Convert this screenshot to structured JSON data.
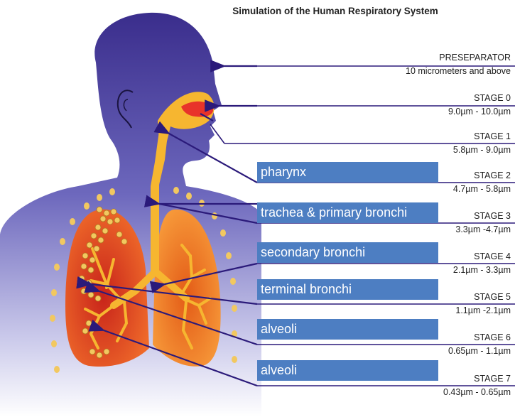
{
  "title": "Simulation of the  Human Respiratory System",
  "stages": [
    {
      "name": "PRESEPARATOR",
      "range": "10 micrometers and above"
    },
    {
      "name": "STAGE 0",
      "range": "9.0µm - 10.0µm"
    },
    {
      "name": "STAGE 1",
      "range": "5.8µm - 9.0µm"
    },
    {
      "name": "STAGE 2",
      "range": "4.7µm - 5.8µm"
    },
    {
      "name": "STAGE 3",
      "range": "3.3µm -4.7µm"
    },
    {
      "name": "STAGE 4",
      "range": "2.1µm - 3.3µm"
    },
    {
      "name": "STAGE 5",
      "range": "1.1µm -2.1µm"
    },
    {
      "name": "STAGE 6",
      "range": "0.65µm - 1.1µm"
    },
    {
      "name": "STAGE 7",
      "range": "0.43µm - 0.65µm"
    }
  ],
  "organs": [
    {
      "label": "pharynx"
    },
    {
      "label": "trachea & primary bronchi"
    },
    {
      "label": "secondary bronchi"
    },
    {
      "label": "terminal bronchi"
    },
    {
      "label": "alveoli"
    },
    {
      "label": "alveoli"
    }
  ],
  "colors": {
    "body_top": "#3d2f8e",
    "body_bottom": "#ffffff",
    "arrow": "#2b1a7a",
    "label_box": "#4d7ec2",
    "airway": "#f6b630",
    "lung_left": "#e0421f",
    "lung_right": "#f07a1c",
    "dots": "#f2c860"
  }
}
